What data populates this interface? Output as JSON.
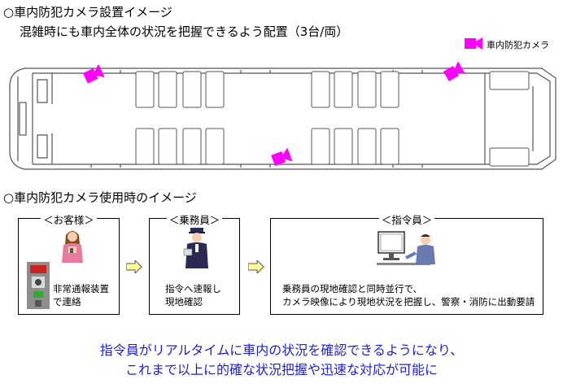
{
  "section1": {
    "heading": "○車内防犯カメラ設置イメージ",
    "subtitle": "混雑時にも車内全体の状況を把握できるよう配置（3台/両）",
    "legend_label": "車内防犯カメラ"
  },
  "section2": {
    "heading": "○車内防犯カメラ使用時のイメージ",
    "boxes": [
      {
        "title": "＜お客様＞",
        "lines": [
          "非常通報装置",
          "で連絡"
        ]
      },
      {
        "title": "＜乗務員＞",
        "lines": [
          "指令へ速報し",
          "現地確認"
        ]
      },
      {
        "title": "＜指令員＞",
        "lines": [
          "乗務員の現地確認と同時並行で、",
          "カメラ映像により現地状況を把握し、警察・消防に出動要請"
        ]
      }
    ]
  },
  "summary": {
    "line1": "指令員がリアルタイムに車内の状況を確認できるようになり、",
    "line2": "これまで以上に的確な状況把握や迅速な対応が可能に"
  },
  "colors": {
    "camera": "#ff00ff",
    "arrow": "#ffff99",
    "summary_text": "#1f1fd0"
  }
}
